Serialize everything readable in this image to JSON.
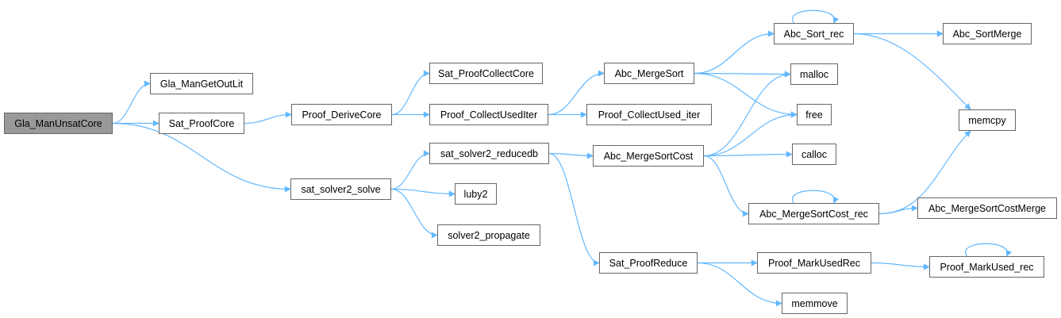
{
  "graph": {
    "root": "Gla_ManUnsatCore",
    "nodes": [
      "Gla_ManUnsatCore",
      "Gla_ManGetOutLit",
      "Sat_ProofCore",
      "Proof_DeriveCore",
      "sat_solver2_solve",
      "Sat_ProofCollectCore",
      "Proof_CollectUsedIter",
      "sat_solver2_reducedb",
      "luby2",
      "solver2_propagate",
      "Abc_MergeSort",
      "Proof_CollectUsed_iter",
      "Abc_MergeSortCost",
      "Sat_ProofReduce",
      "Abc_Sort_rec",
      "malloc",
      "free",
      "calloc",
      "Abc_MergeSortCost_rec",
      "Proof_MarkUsedRec",
      "memmove",
      "Abc_SortMerge",
      "memcpy",
      "Abc_MergeSortCostMerge",
      "Proof_MarkUsed_rec"
    ],
    "edges": [
      [
        "Gla_ManUnsatCore",
        "Gla_ManGetOutLit"
      ],
      [
        "Gla_ManUnsatCore",
        "Sat_ProofCore"
      ],
      [
        "Gla_ManUnsatCore",
        "sat_solver2_solve"
      ],
      [
        "Sat_ProofCore",
        "Proof_DeriveCore"
      ],
      [
        "Proof_DeriveCore",
        "Sat_ProofCollectCore"
      ],
      [
        "Proof_DeriveCore",
        "Proof_CollectUsedIter"
      ],
      [
        "Proof_CollectUsedIter",
        "Abc_MergeSort"
      ],
      [
        "Proof_CollectUsedIter",
        "Proof_CollectUsed_iter"
      ],
      [
        "Abc_MergeSort",
        "Abc_Sort_rec"
      ],
      [
        "Abc_MergeSort",
        "malloc"
      ],
      [
        "Abc_MergeSort",
        "free"
      ],
      [
        "Abc_Sort_rec",
        "Abc_Sort_rec"
      ],
      [
        "Abc_Sort_rec",
        "Abc_SortMerge"
      ],
      [
        "Abc_Sort_rec",
        "memcpy"
      ],
      [
        "sat_solver2_solve",
        "sat_solver2_reducedb"
      ],
      [
        "sat_solver2_solve",
        "luby2"
      ],
      [
        "sat_solver2_solve",
        "solver2_propagate"
      ],
      [
        "sat_solver2_reducedb",
        "Abc_MergeSortCost"
      ],
      [
        "sat_solver2_reducedb",
        "Sat_ProofReduce"
      ],
      [
        "Abc_MergeSortCost",
        "malloc"
      ],
      [
        "Abc_MergeSortCost",
        "free"
      ],
      [
        "Abc_MergeSortCost",
        "calloc"
      ],
      [
        "Abc_MergeSortCost",
        "Abc_MergeSortCost_rec"
      ],
      [
        "Abc_MergeSortCost_rec",
        "Abc_MergeSortCost_rec"
      ],
      [
        "Abc_MergeSortCost_rec",
        "memcpy"
      ],
      [
        "Abc_MergeSortCost_rec",
        "Abc_MergeSortCostMerge"
      ],
      [
        "Sat_ProofReduce",
        "Proof_MarkUsedRec"
      ],
      [
        "Sat_ProofReduce",
        "memmove"
      ],
      [
        "Proof_MarkUsedRec",
        "Proof_MarkUsed_rec"
      ],
      [
        "Proof_MarkUsed_rec",
        "Proof_MarkUsed_rec"
      ]
    ],
    "colors": {
      "edge": "#63b8ff",
      "border": "#666666",
      "root_fill": "#999999"
    }
  }
}
